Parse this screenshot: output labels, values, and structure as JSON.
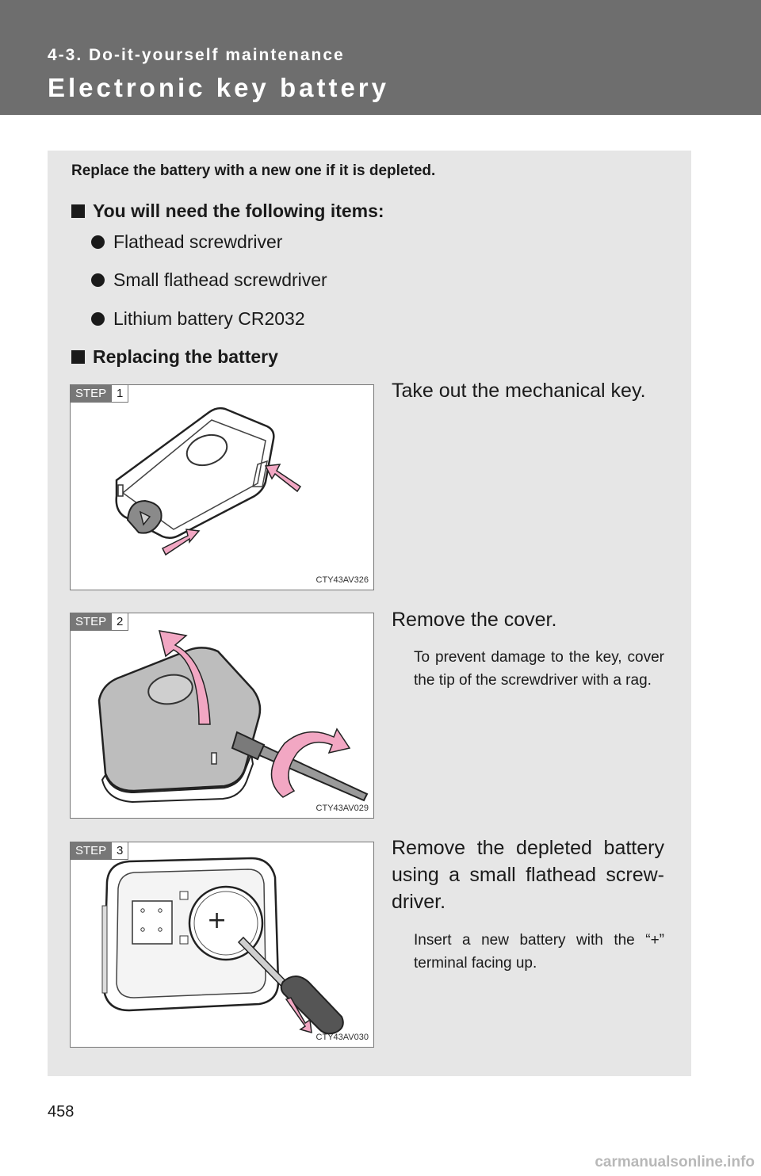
{
  "header": {
    "section": "4-3. Do-it-yourself maintenance",
    "title": "Electronic key battery"
  },
  "intro": "Replace the battery with a new one if it is depleted.",
  "items": {
    "heading": "You will need the following items:",
    "list": [
      "Flathead screwdriver",
      "Small flathead screwdriver",
      "Lithium battery CR2032"
    ]
  },
  "replacing": {
    "heading": "Replacing the battery"
  },
  "steps": [
    {
      "tag": "STEP",
      "number": "1",
      "code": "CTY43AV326",
      "text": "Take out the mechanical key.",
      "note": ""
    },
    {
      "tag": "STEP",
      "number": "2",
      "code": "CTY43AV029",
      "text": "Remove the cover.",
      "note": "To prevent damage to the key, cover the tip of the screwdriver with a rag."
    },
    {
      "tag": "STEP",
      "number": "3",
      "code": "CTY43AV030",
      "text": "Remove the depleted battery using a small flathead screw-driver.",
      "note": "Insert a new battery with the “+” terminal facing up."
    }
  ],
  "page_number": "458",
  "watermark": "carmanualsonline.info",
  "colors": {
    "header_bg": "#6e6e6e",
    "panel_bg": "#e6e6e6",
    "arrow_pink": "#f2a7c3"
  }
}
